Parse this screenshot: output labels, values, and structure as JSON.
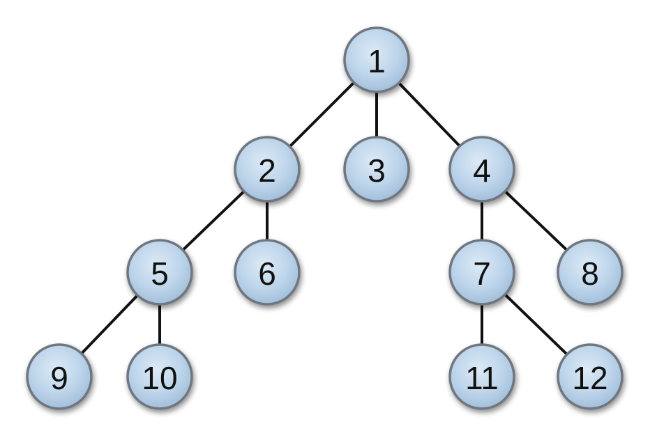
{
  "tree": {
    "nodes": [
      {
        "id": "1",
        "label": "1"
      },
      {
        "id": "2",
        "label": "2"
      },
      {
        "id": "3",
        "label": "3"
      },
      {
        "id": "4",
        "label": "4"
      },
      {
        "id": "5",
        "label": "5"
      },
      {
        "id": "6",
        "label": "6"
      },
      {
        "id": "7",
        "label": "7"
      },
      {
        "id": "8",
        "label": "8"
      },
      {
        "id": "9",
        "label": "9"
      },
      {
        "id": "10",
        "label": "10"
      },
      {
        "id": "11",
        "label": "11"
      },
      {
        "id": "12",
        "label": "12"
      }
    ],
    "edges": [
      {
        "from": "1",
        "to": "2"
      },
      {
        "from": "1",
        "to": "3"
      },
      {
        "from": "1",
        "to": "4"
      },
      {
        "from": "2",
        "to": "5"
      },
      {
        "from": "2",
        "to": "6"
      },
      {
        "from": "4",
        "to": "7"
      },
      {
        "from": "4",
        "to": "8"
      },
      {
        "from": "5",
        "to": "9"
      },
      {
        "from": "5",
        "to": "10"
      },
      {
        "from": "7",
        "to": "11"
      },
      {
        "from": "7",
        "to": "12"
      }
    ],
    "colors": {
      "node_fill_light": "#dceaf6",
      "node_fill": "#bcd4ea",
      "node_fill_dark": "#9fbcd8",
      "node_border": "#6f7680",
      "edge": "#111111",
      "label": "#111111"
    }
  }
}
